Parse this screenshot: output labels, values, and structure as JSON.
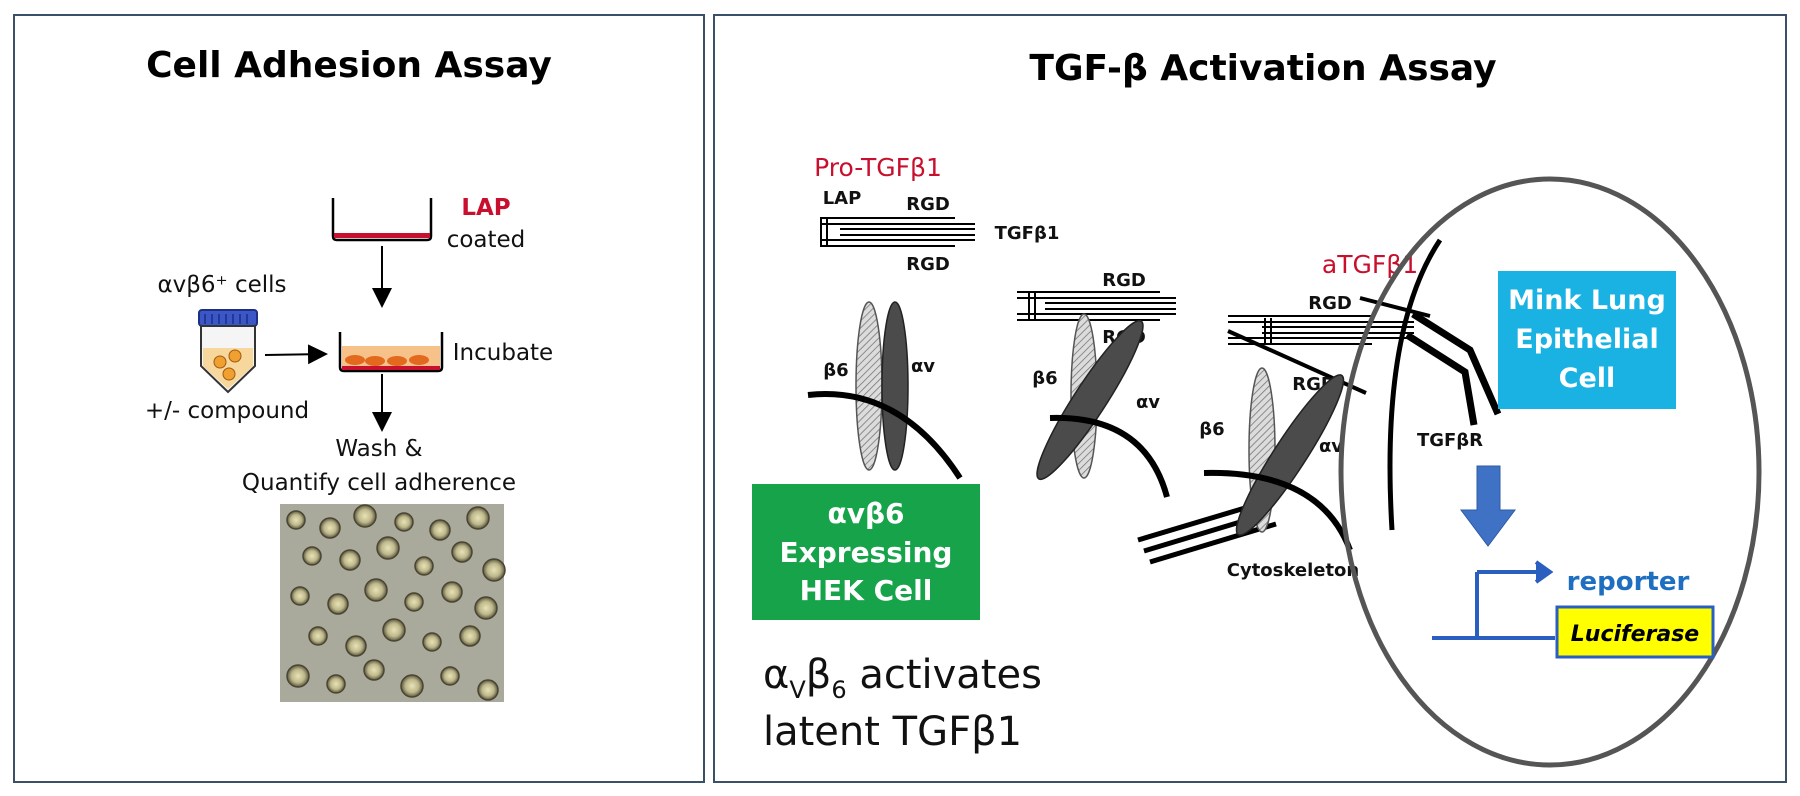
{
  "left_panel": {
    "title": "Cell Adhesion Assay",
    "lap_label": "LAP",
    "coated_label": "coated",
    "cells_label": "αvβ6⁺ cells",
    "incubate_label": "Incubate",
    "compound_label": "+/- compound",
    "wash_label": "Wash &",
    "quantify_label": "Quantify cell adherence"
  },
  "right_panel": {
    "title": "TGF-β Activation Assay",
    "pro_tgf_label": "Pro-TGFβ1",
    "lap_small": "LAP",
    "rgd": "RGD",
    "tgfb1_small": "TGFβ1",
    "beta6": "β6",
    "alphav": "αv",
    "atgf_label": "aTGFβ1",
    "tgfbr_label": "TGFβR",
    "cytoskeleton_label": "Cytoskeleton",
    "hek_box": [
      "αvβ6",
      "Expressing",
      "HEK Cell"
    ],
    "mink_box": [
      "Mink Lung",
      "Epithelial",
      "Cell"
    ],
    "reporter_label": "reporter",
    "luciferase_label": "Luciferase",
    "caption_line1_alpha": "α",
    "caption_line1_sub_v": "V",
    "caption_line1_beta": "β",
    "caption_line1_sub_6": "6",
    "caption_line1_rest": " activates",
    "caption_line2": "latent TGFβ1"
  },
  "colors": {
    "border": "#3a5068",
    "red": "#c8102e",
    "green": "#16a34a",
    "cyan": "#19b2e3",
    "blue": "#1f6fc1",
    "yellow": "#ffff00",
    "arrow_blue": "#3f72c5"
  }
}
